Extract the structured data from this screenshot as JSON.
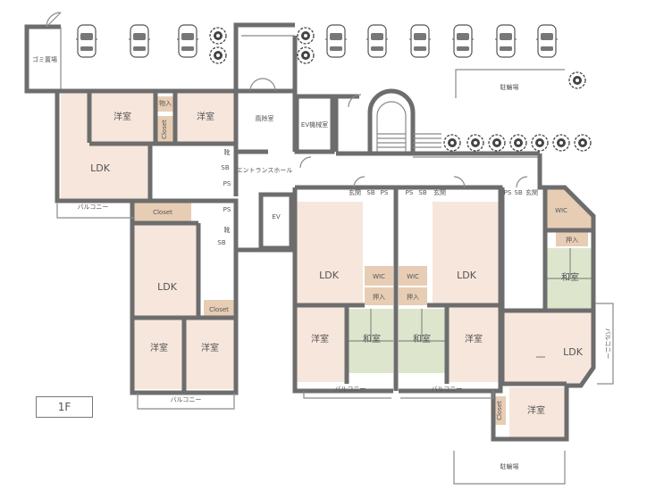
{
  "floor_label": "1F",
  "labels": {
    "gomi": "ゴミ置場",
    "bike_top": "駐輪場",
    "bike_bottom": "駐輪場",
    "windbreak": "風除室",
    "ev_machine": "EV機械室",
    "entrance_hall": "エントランスホール",
    "ev": "EV",
    "ldk": "LDK",
    "yoshitsu": "洋室",
    "washitsu": "和室",
    "closet": "Closet",
    "balcony": "バルコニー",
    "balcony_v": "バルコニー",
    "genkan": "玄関",
    "wic": "WIC",
    "oshiire": "押入",
    "monoire": "物入",
    "ps": "PS",
    "sb": "SB",
    "kutsu": "靴"
  },
  "colors": {
    "room": "#f7e6dc",
    "tatami": "#dde6cc",
    "closet": "#e7cdb4",
    "wall": "#6d6d6d"
  }
}
